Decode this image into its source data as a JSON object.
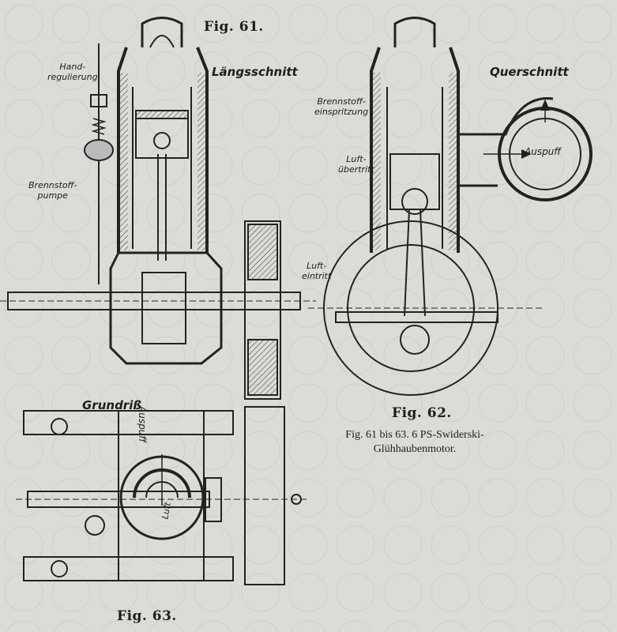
{
  "figures": {
    "fig61": {
      "number": "Fig. 61.",
      "view": "Längsschnitt"
    },
    "fig62": {
      "number": "Fig. 62.",
      "view": "Querschnitt"
    },
    "fig63": {
      "number": "Fig. 63.",
      "view": "Grundriß"
    }
  },
  "labels": {
    "hand_regulation": [
      "Hand-",
      "regulierung"
    ],
    "fuel_pump": [
      "Brennstoff-",
      "pumpe"
    ],
    "fuel_injection": [
      "Brennstoff-",
      "einspritzung"
    ],
    "air_transfer": [
      "Luft-",
      "übertritt"
    ],
    "air_inlet": [
      "Luft-",
      "eintritt"
    ],
    "exhaust_side": "Auspuff",
    "exhaust_plan": "Auspuff",
    "air_plan": "Luft"
  },
  "caption": {
    "line1": "Fig. 61 bis 63. 6 PS-Swiderski-",
    "line2": "Glühhaubenmotor."
  }
}
